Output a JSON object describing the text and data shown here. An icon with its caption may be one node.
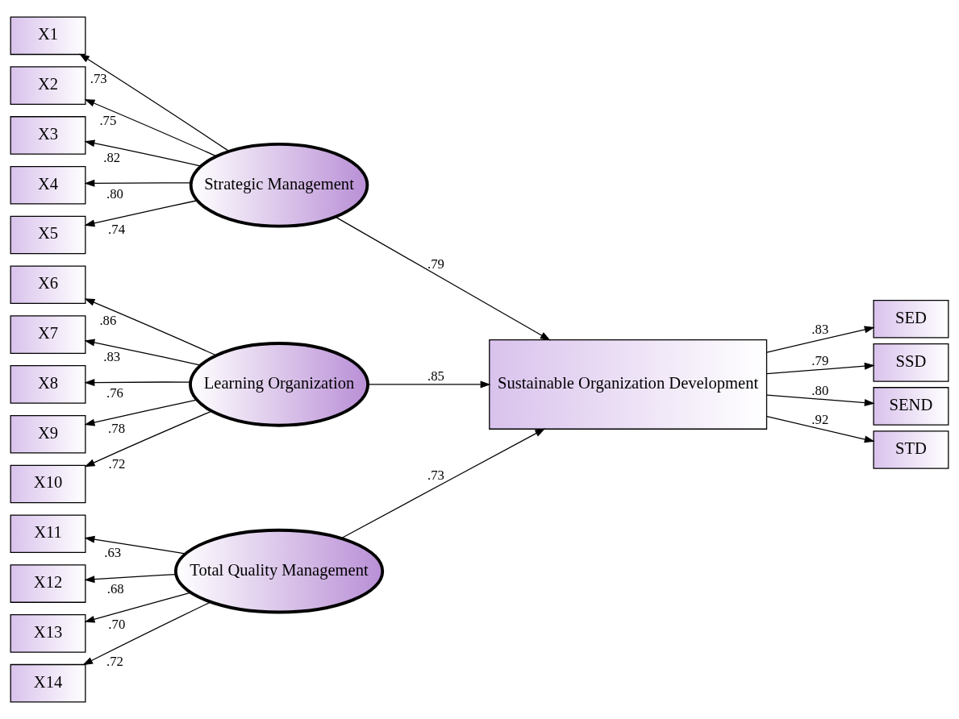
{
  "diagram": {
    "nodes": [
      {
        "text": [
          "X1"
        ]
      },
      {
        "text": [
          "X2"
        ]
      },
      {
        "text": [
          "X3"
        ]
      },
      {
        "text": [
          "X4"
        ]
      },
      {
        "text": [
          "X5"
        ]
      },
      {
        "text": [
          "Strategic Management"
        ]
      },
      {
        "text": [
          "X6"
        ]
      },
      {
        "text": [
          "X7"
        ]
      },
      {
        "text": [
          "X8"
        ]
      },
      {
        "text": [
          "X9"
        ]
      },
      {
        "text": [
          "X10"
        ]
      },
      {
        "text": [
          "Learning Organization"
        ]
      },
      {
        "text": [
          "X11"
        ]
      },
      {
        "text": [
          "X12"
        ]
      },
      {
        "text": [
          "X13"
        ]
      },
      {
        "text": [
          "X14"
        ]
      },
      {
        "text": [
          "Total Quality Management"
        ]
      },
      {
        "text": [
          "Sustainable Organization Development"
        ]
      },
      {
        "text": [
          "SED"
        ]
      },
      {
        "text": [
          "SSD"
        ]
      },
      {
        "text": [
          "SEND"
        ]
      },
      {
        "text": [
          "STD"
        ]
      }
    ],
    "edges": [
      {
        "from": 5,
        "to": 0,
        "arrow": "to",
        "label": ".73"
      },
      {
        "from": 5,
        "to": 1,
        "arrow": "to",
        "label": ".75"
      },
      {
        "from": 5,
        "to": 2,
        "arrow": "to",
        "label": ".82"
      },
      {
        "from": 5,
        "to": 3,
        "arrow": "to",
        "label": ".80"
      },
      {
        "from": 5,
        "to": 4,
        "arrow": "to",
        "label": ".74"
      },
      {
        "from": 11,
        "to": 6,
        "arrow": "to",
        "label": ".86"
      },
      {
        "from": 11,
        "to": 7,
        "arrow": "to",
        "label": ".83"
      },
      {
        "from": 11,
        "to": 8,
        "arrow": "to",
        "label": ".76"
      },
      {
        "from": 11,
        "to": 9,
        "arrow": "to",
        "label": ".78"
      },
      {
        "from": 11,
        "to": 10,
        "arrow": "to",
        "label": ".72"
      },
      {
        "from": 16,
        "to": 12,
        "arrow": "to",
        "label": ".63"
      },
      {
        "from": 16,
        "to": 13,
        "arrow": "to",
        "label": ".68"
      },
      {
        "from": 16,
        "to": 14,
        "arrow": "to",
        "label": ".70"
      },
      {
        "from": 16,
        "to": 15,
        "arrow": "to",
        "label": ".72"
      },
      {
        "from": 5,
        "to": 17,
        "arrow": "to",
        "label": ".79"
      },
      {
        "from": 11,
        "to": 17,
        "arrow": "to",
        "label": ".85"
      },
      {
        "from": 16,
        "to": 17,
        "arrow": "to",
        "label": ".73"
      },
      {
        "from": 17,
        "to": 18,
        "arrow": "to",
        "label": ".83"
      },
      {
        "from": 17,
        "to": 19,
        "arrow": "to",
        "label": ".79"
      },
      {
        "from": 17,
        "to": 20,
        "arrow": "to",
        "label": ".80"
      },
      {
        "from": 17,
        "to": 21,
        "arrow": "to",
        "label": ".92"
      }
    ]
  }
}
